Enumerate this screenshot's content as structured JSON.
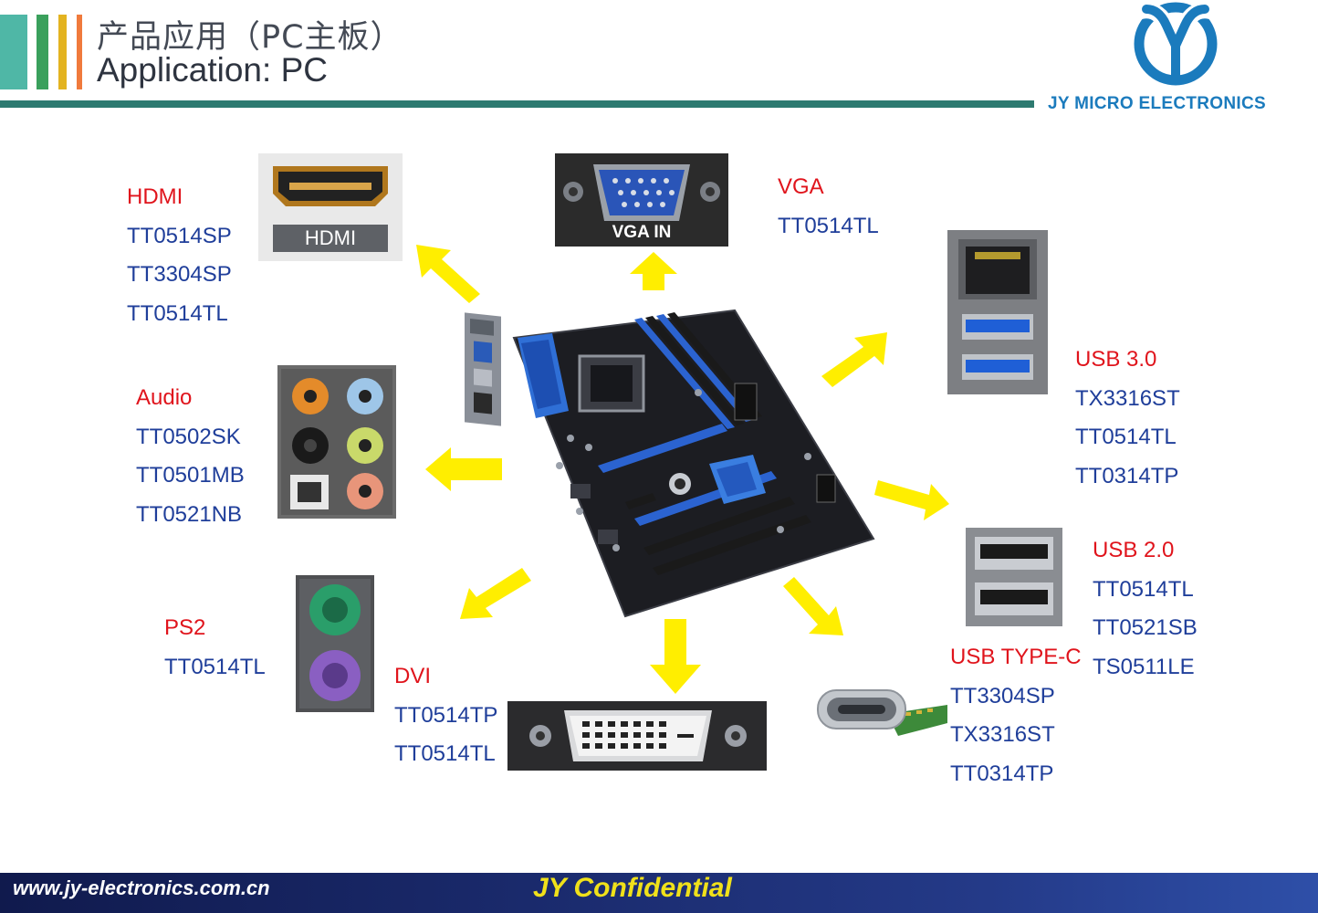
{
  "header": {
    "title_cn": "产品应用（PC主板）",
    "title_en": "Application: PC",
    "brand": "JY MICRO ELECTRONICS",
    "stripe_colors": [
      "#4fb7a6",
      "#3aa05c",
      "#e3b320",
      "#f07a3c"
    ],
    "rule_color": "#2d7a70",
    "logo_color": "#1b7bbd"
  },
  "groups": {
    "hdmi": {
      "name": "HDMI",
      "parts": [
        "TT0514SP",
        "TT3304SP",
        "TT0514TL"
      ]
    },
    "vga": {
      "name": "VGA",
      "parts": [
        "TT0514TL"
      ]
    },
    "usb3": {
      "name": "USB 3.0",
      "parts": [
        "TX3316ST",
        "TT0514TL",
        "TT0314TP"
      ]
    },
    "audio": {
      "name": "Audio",
      "parts": [
        "TT0502SK",
        "TT0501MB",
        "TT0521NB"
      ]
    },
    "usb2": {
      "name": "USB 2.0",
      "parts": [
        "TT0514TL",
        "TT0521SB",
        "TS0511LE"
      ]
    },
    "ps2": {
      "name": "PS2",
      "parts": [
        "TT0514TL"
      ]
    },
    "dvi": {
      "name": "DVI",
      "parts": [
        "TT0514TP",
        "TT0514TL"
      ]
    },
    "usbc": {
      "name": "USB TYPE-C",
      "parts": [
        "TT3304SP",
        "TX3316ST",
        "TT0314TP"
      ]
    }
  },
  "port_labels": {
    "hdmi": "HDMI",
    "vga": "VGA IN"
  },
  "footer": {
    "url": "www.jy-electronics.com.cn",
    "confidential": "JY Confidential"
  },
  "colors": {
    "label_name": "#e0141c",
    "label_part": "#1f3e9a",
    "arrow": "#ffee00",
    "footer_text": "#f0e11a"
  }
}
